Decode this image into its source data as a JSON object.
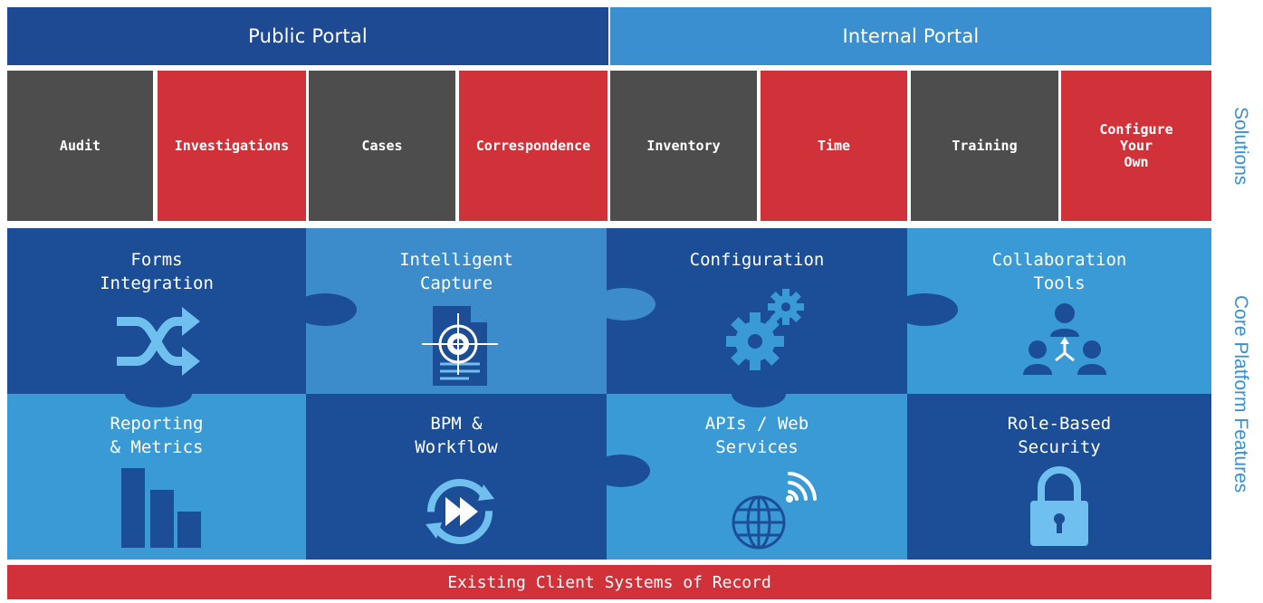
{
  "portals": {
    "public": "Public Portal",
    "internal": "Internal Portal"
  },
  "solutions": [
    {
      "label": "Audit",
      "style": "grey"
    },
    {
      "label": "Investigations",
      "style": "red"
    },
    {
      "label": "Cases",
      "style": "grey"
    },
    {
      "label": "Correspondence",
      "style": "red"
    },
    {
      "label": "Inventory",
      "style": "grey"
    },
    {
      "label": "Time",
      "style": "red"
    },
    {
      "label": "Training",
      "style": "grey"
    },
    {
      "label": "Configure\nYour\nOwn",
      "style": "red"
    }
  ],
  "side_labels": {
    "solutions": "Solutions",
    "core": "Core Platform Features"
  },
  "features": [
    {
      "title": "Forms\nIntegration",
      "icon": "shuffle-arrows-icon"
    },
    {
      "title": "Intelligent\nCapture",
      "icon": "document-target-icon"
    },
    {
      "title": "Configuration",
      "icon": "gears-icon"
    },
    {
      "title": "Collaboration\nTools",
      "icon": "team-network-icon"
    },
    {
      "title": "Reporting\n& Metrics",
      "icon": "bar-chart-icon"
    },
    {
      "title": "BPM &\nWorkflow",
      "icon": "workflow-cycle-icon"
    },
    {
      "title": "APIs / Web\nServices",
      "icon": "globe-signal-icon"
    },
    {
      "title": "Role-Based\nSecurity",
      "icon": "padlock-icon"
    }
  ],
  "footer": "Existing Client Systems of Record",
  "colors": {
    "dark_blue": "#1c4d97",
    "mid_blue": "#3c8ccc",
    "light_blue": "#3a9ad6",
    "red": "#d13239",
    "grey": "#4d4d4d"
  }
}
